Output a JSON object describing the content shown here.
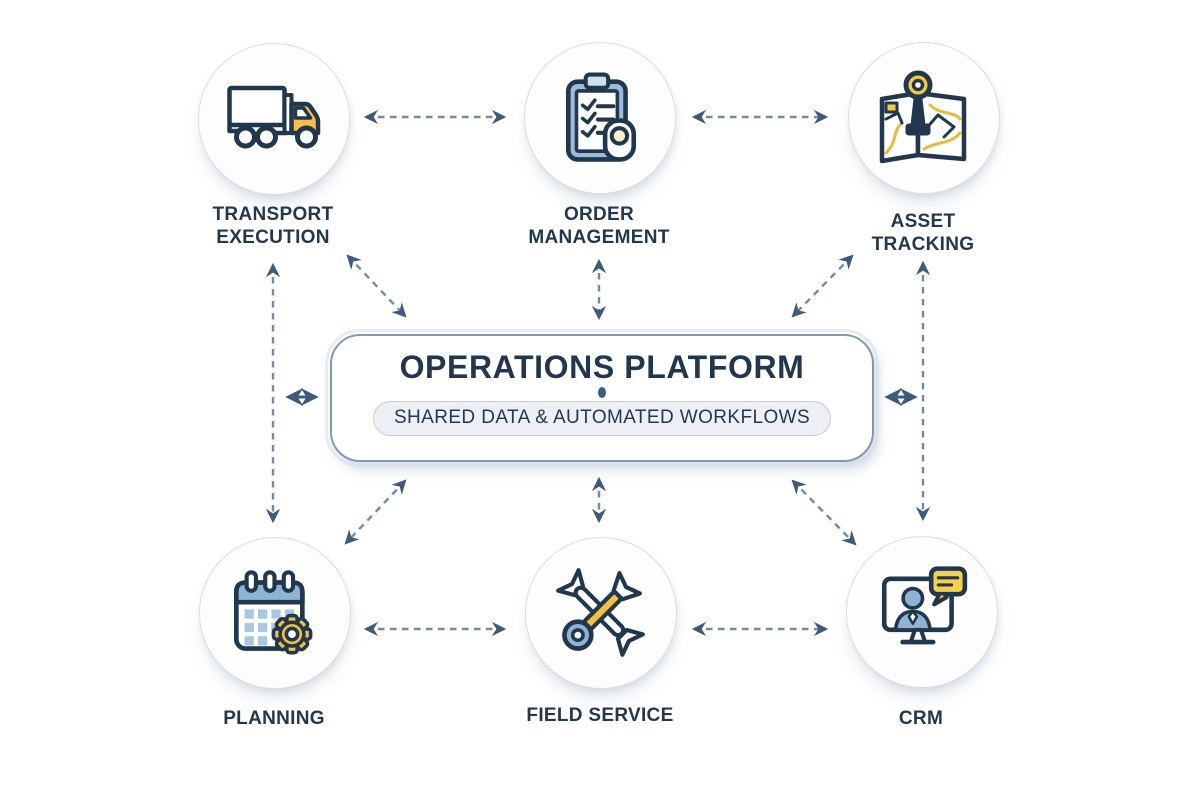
{
  "diagram": {
    "center": {
      "title": "OPERATIONS PLATFORM",
      "subtitle": "SHARED DATA & AUTOMATED WORKFLOWS"
    },
    "nodes": [
      {
        "id": "transport-execution",
        "label": "TRANSPORT EXECUTION",
        "icon": "truck-icon",
        "position": "top-left"
      },
      {
        "id": "order-management",
        "label": "ORDER MANAGEMENT",
        "icon": "clipboard-checklist-icon",
        "position": "top-center"
      },
      {
        "id": "asset-tracking",
        "label": "ASSET TRACKING",
        "icon": "map-location-pin-icon",
        "position": "top-right"
      },
      {
        "id": "planning",
        "label": "PLANNING",
        "icon": "calendar-gear-icon",
        "position": "bottom-left"
      },
      {
        "id": "field-service",
        "label": "FIELD SERVICE",
        "icon": "crossed-tools-icon",
        "position": "bottom-center"
      },
      {
        "id": "crm",
        "label": "CRM",
        "icon": "monitor-person-chat-icon",
        "position": "bottom-right"
      }
    ],
    "connections": [
      {
        "from": "transport-execution",
        "to": "order-management",
        "style": "dashed",
        "direction": "bidirectional"
      },
      {
        "from": "order-management",
        "to": "asset-tracking",
        "style": "dashed",
        "direction": "bidirectional"
      },
      {
        "from": "planning",
        "to": "field-service",
        "style": "dashed",
        "direction": "bidirectional"
      },
      {
        "from": "field-service",
        "to": "crm",
        "style": "dashed",
        "direction": "bidirectional"
      },
      {
        "from": "transport-execution",
        "to": "planning",
        "style": "dashed",
        "direction": "bidirectional"
      },
      {
        "from": "asset-tracking",
        "to": "crm",
        "style": "dashed",
        "direction": "bidirectional"
      },
      {
        "from": "transport-execution",
        "to": "operations-platform",
        "style": "dashed",
        "direction": "bidirectional"
      },
      {
        "from": "order-management",
        "to": "operations-platform",
        "style": "dashed",
        "direction": "bidirectional"
      },
      {
        "from": "asset-tracking",
        "to": "operations-platform",
        "style": "dashed",
        "direction": "bidirectional"
      },
      {
        "from": "planning",
        "to": "operations-platform",
        "style": "dashed",
        "direction": "bidirectional"
      },
      {
        "from": "field-service",
        "to": "operations-platform",
        "style": "dashed",
        "direction": "bidirectional"
      },
      {
        "from": "crm",
        "to": "operations-platform",
        "style": "dashed",
        "direction": "bidirectional"
      },
      {
        "from": "operations-platform",
        "to": "left-side",
        "style": "solid-short",
        "direction": "bidirectional"
      },
      {
        "from": "operations-platform",
        "to": "right-side",
        "style": "solid-short",
        "direction": "bidirectional"
      }
    ],
    "colors": {
      "background": "#ffffff",
      "outline_navy": "#21374d",
      "text_navy": "#23384f",
      "arrow_line": "#7389a6",
      "arrow_head": "#3f5b7c",
      "accent_yellow": "#f2c341",
      "accent_steel_blue": "#8fb3d4",
      "light_blue_fill": "#a9c7e2",
      "circle_border": "#d9dee5",
      "platform_border": "#8399b2",
      "pill_background": "#edeff4"
    }
  }
}
